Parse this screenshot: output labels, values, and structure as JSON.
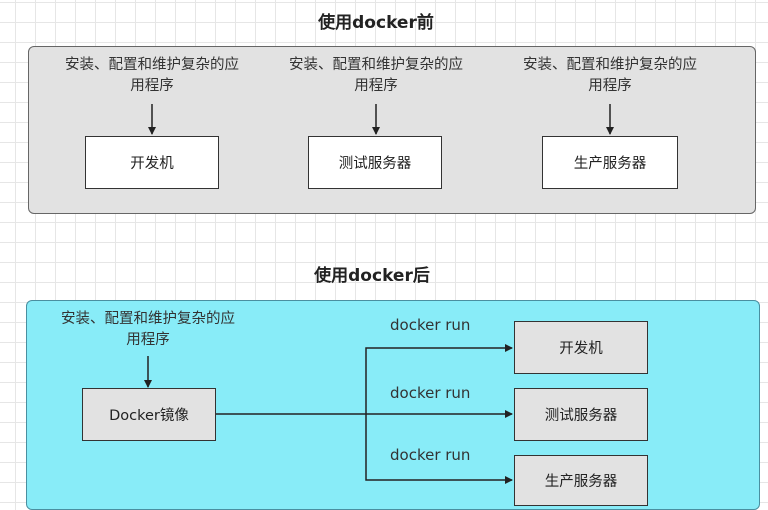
{
  "before": {
    "title": "使用docker前",
    "notes": [
      "安装、配置和维护复杂的应用程序",
      "安装、配置和维护复杂的应用程序",
      "安装、配置和维护复杂的应用程序"
    ],
    "boxes": [
      "开发机",
      "测试服务器",
      "生产服务器"
    ]
  },
  "after": {
    "title": "使用docker后",
    "note": "安装、配置和维护复杂的应用程序",
    "image_box": "Docker镜像",
    "run_labels": [
      "docker run",
      "docker run",
      "docker run"
    ],
    "targets": [
      "开发机",
      "测试服务器",
      "生产服务器"
    ]
  },
  "colors": {
    "before_panel": "#e2e2e2",
    "after_panel": "#88ecf8"
  }
}
